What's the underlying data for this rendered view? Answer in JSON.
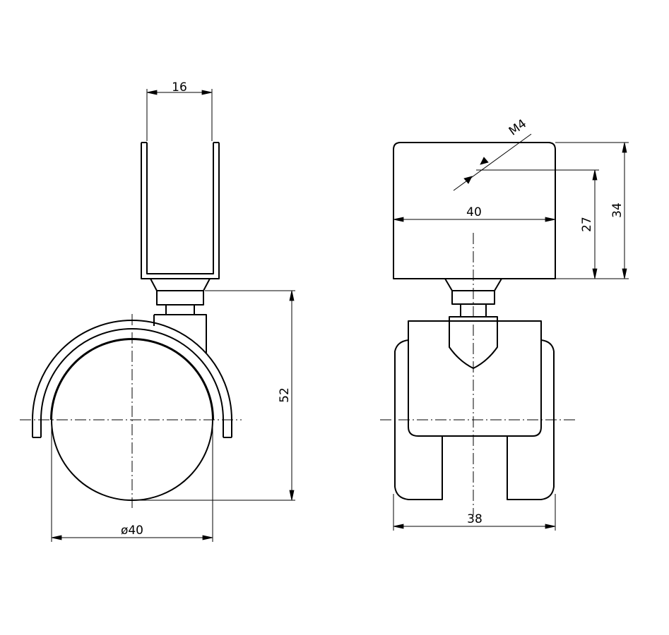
{
  "dimensions": {
    "stem_width": "16",
    "wheel_diameter": "ø40",
    "total_height": "52",
    "plate_width": "40",
    "thread": "M4",
    "hole_height": "27",
    "plate_height": "34",
    "wheel_width": "38"
  },
  "colors": {
    "line": "#000000",
    "background": "#ffffff"
  }
}
